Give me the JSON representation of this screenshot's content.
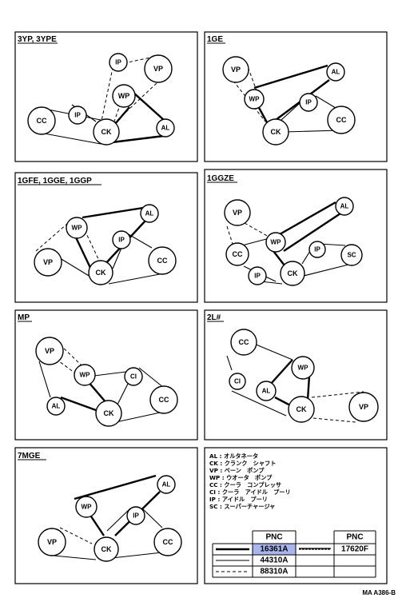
{
  "panels": [
    {
      "id": "p1",
      "title": "3YP, 3YPE"
    },
    {
      "id": "p2",
      "title": "1GE"
    },
    {
      "id": "p3",
      "title": "1GFE, 1GGE, 1GGP"
    },
    {
      "id": "p4",
      "title": "1GGZE"
    },
    {
      "id": "p5",
      "title": "MP"
    },
    {
      "id": "p6",
      "title": "2L#"
    },
    {
      "id": "p7",
      "title": "7MGE"
    }
  ],
  "pulley_labels": {
    "CC": "CC",
    "IP": "IP",
    "CK": "CK",
    "WP": "WP",
    "VP": "VP",
    "AL": "AL",
    "CI": "CI",
    "SC": "SC"
  },
  "legend": [
    "AL : オルタネータ",
    "CK : クランク　シャフト",
    "VP : ベーン　ポンプ",
    "WP : ウオータ　ポンプ",
    "CC : クーラ　コンプレッサ",
    "CI : クーラ　アイドル　プーリ",
    "IP : アイドル　プーリ",
    "SC : スーパーチャージャ"
  ],
  "table": {
    "header_left": "PNC",
    "header_right": "PNC",
    "rows": [
      {
        "left": "16361A",
        "right": "17620F",
        "highlight": true
      },
      {
        "left": "44310A",
        "right": "",
        "highlight": false
      },
      {
        "left": "88310A",
        "right": "",
        "highlight": false
      }
    ],
    "highlight_color": "#a9b6ee"
  },
  "footer_code": "MA  A386-B"
}
